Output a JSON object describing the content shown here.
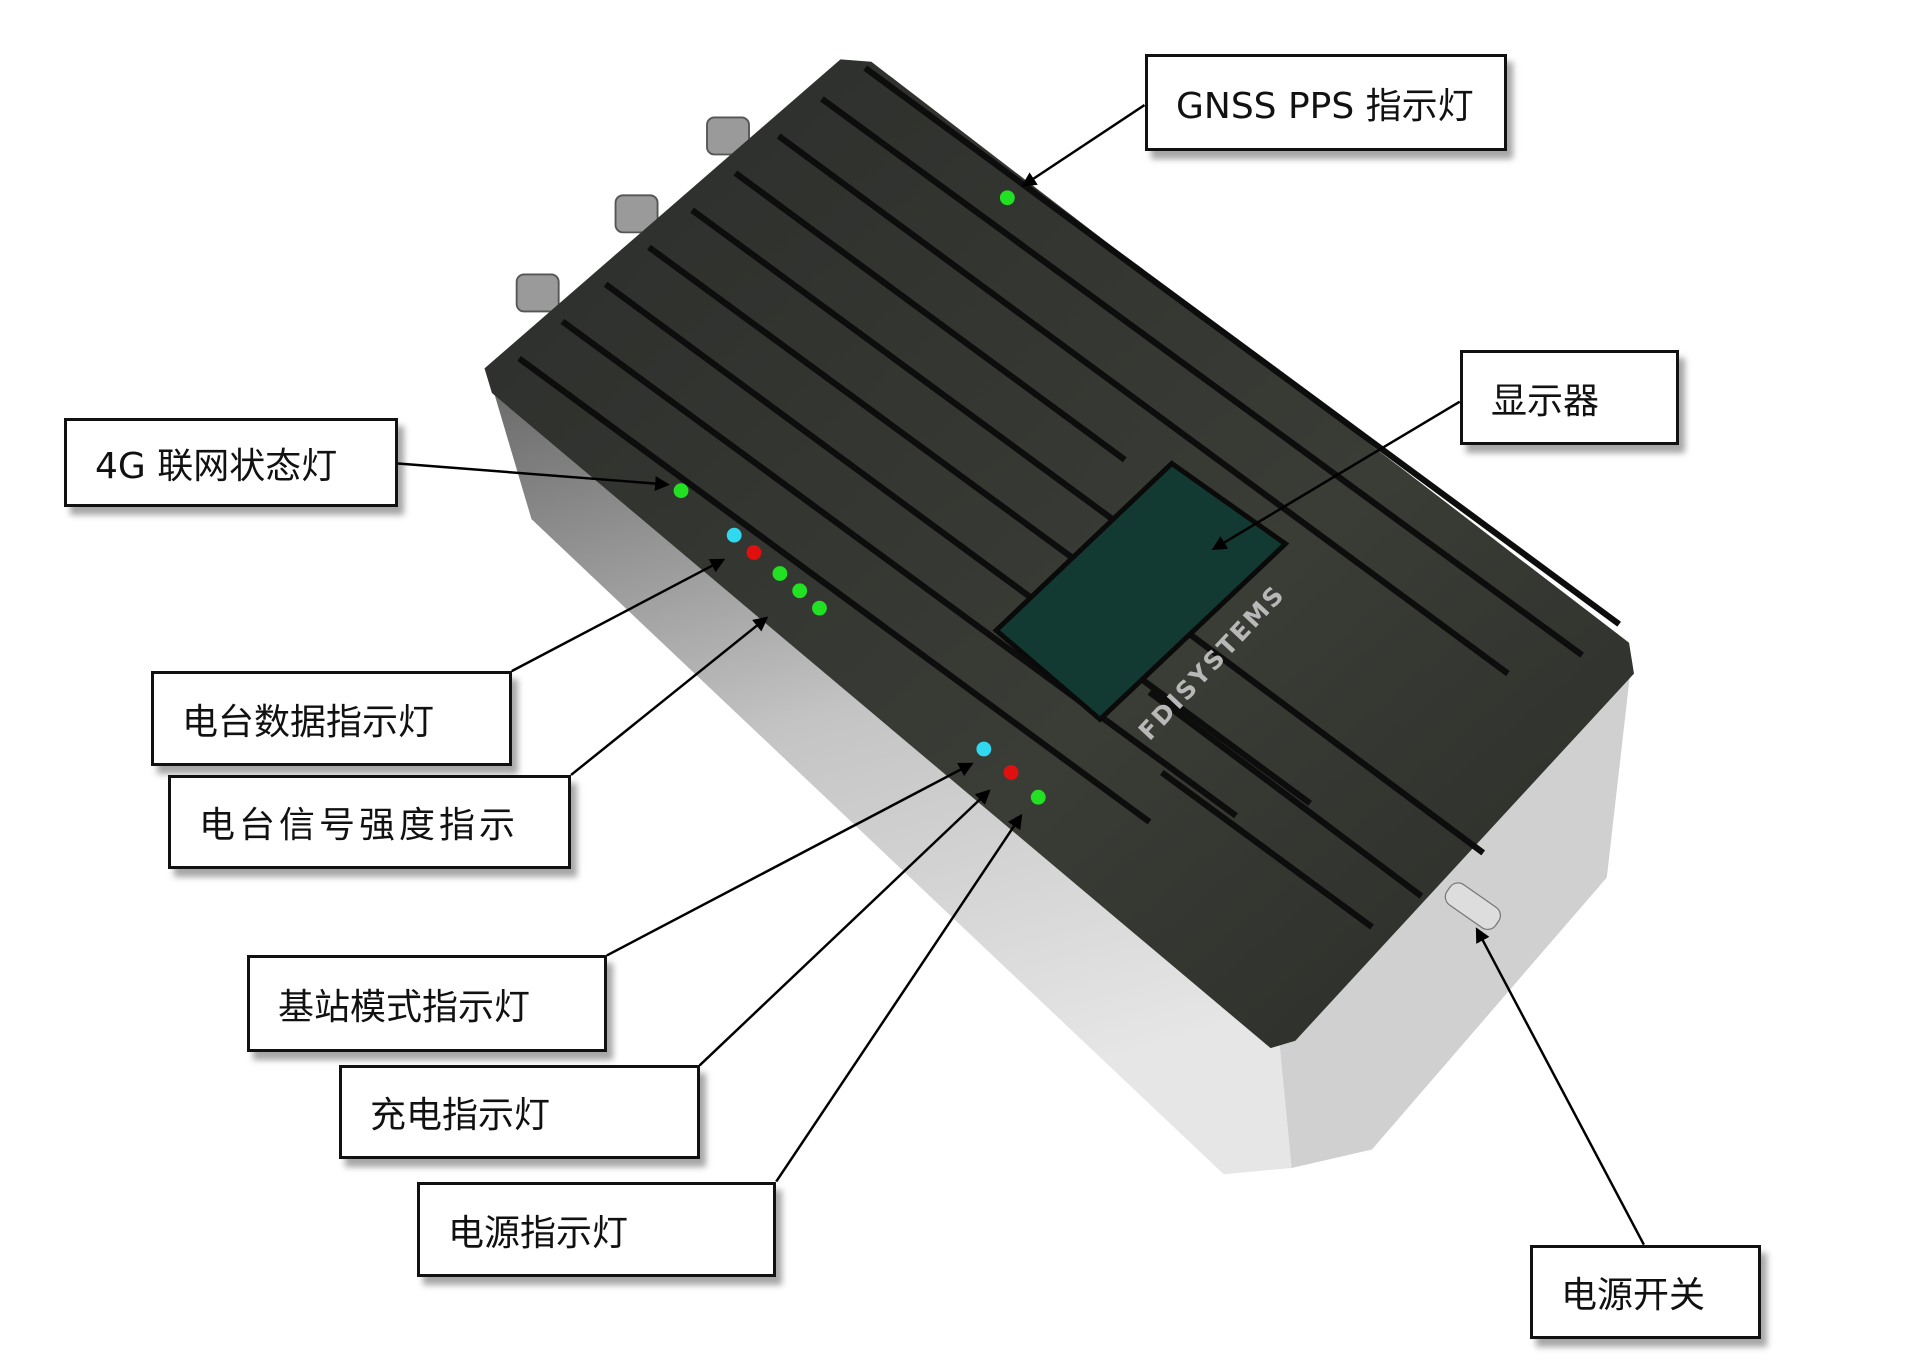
{
  "title": "FDISYSTEMS device indicator diagram",
  "brand": "FDISYSTEMS",
  "labels": {
    "gnss_pps": "GNSS PPS 指示灯",
    "display": "显示器",
    "net_4g": "4G 联网状态灯",
    "radio_data": "电台数据指示灯",
    "radio_signal": "电台信号强度指示",
    "base_mode": "基站模式指示灯",
    "charging": "充电指示灯",
    "power_led": "电源指示灯",
    "power_switch": "电源开关"
  },
  "colors": {
    "led_green": "#22e022",
    "led_red": "#e01010",
    "led_cyan": "#30d8f0",
    "body": "#2a2d28",
    "screen": "#123a32",
    "side": "#b8b8b8"
  }
}
